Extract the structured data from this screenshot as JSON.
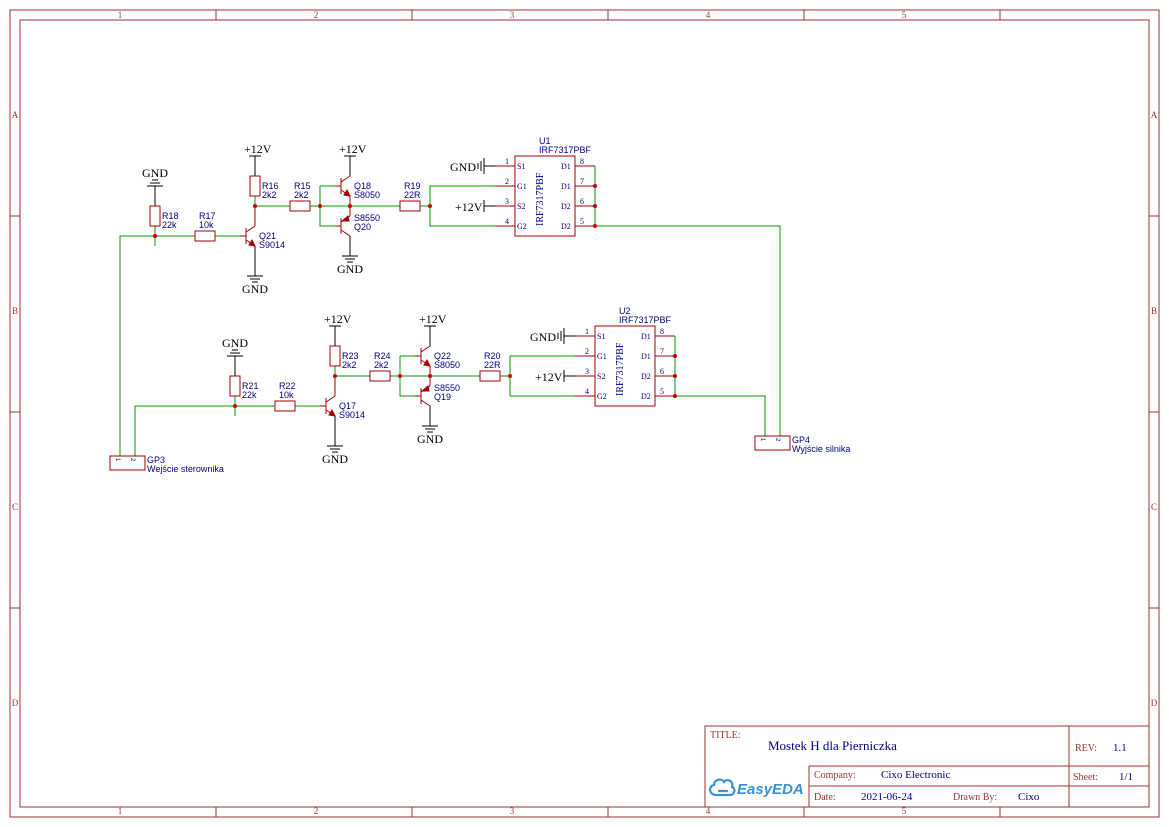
{
  "frame": {
    "columns": [
      "1",
      "2",
      "3",
      "4",
      "5"
    ],
    "rows": [
      "A",
      "B",
      "C",
      "D"
    ]
  },
  "nets": {
    "gnd": "GND",
    "v12": "+12V"
  },
  "components": {
    "R18": {
      "ref": "R18",
      "value": "22k"
    },
    "R17": {
      "ref": "R17",
      "value": "10k"
    },
    "R16": {
      "ref": "R16",
      "value": "2k2"
    },
    "R15": {
      "ref": "R15",
      "value": "2k2"
    },
    "R19": {
      "ref": "R19",
      "value": "22R"
    },
    "Q21": {
      "ref": "Q21",
      "value": "S9014"
    },
    "Q18": {
      "ref": "Q18",
      "value": "S8050"
    },
    "Q20": {
      "ref": "Q20",
      "value": "S8550"
    },
    "U1": {
      "ref": "U1",
      "value": "IRF7317PBF"
    },
    "R21": {
      "ref": "R21",
      "value": "22k"
    },
    "R22": {
      "ref": "R22",
      "value": "10k"
    },
    "R23": {
      "ref": "R23",
      "value": "2k2"
    },
    "R24": {
      "ref": "R24",
      "value": "2k2"
    },
    "R20": {
      "ref": "R20",
      "value": "22R"
    },
    "Q17": {
      "ref": "Q17",
      "value": "S9014"
    },
    "Q22": {
      "ref": "Q22",
      "value": "S8050"
    },
    "Q19": {
      "ref": "Q19",
      "value": "S8550"
    },
    "U2": {
      "ref": "U2",
      "value": "IRF7317PBF"
    },
    "GP3": {
      "ref": "GP3",
      "value": "Wejście sterownika"
    },
    "GP4": {
      "ref": "GP4",
      "value": "Wyjście silnika"
    }
  },
  "ic_pins": {
    "left": [
      "S1",
      "G1",
      "S2",
      "G2"
    ],
    "left_nums": [
      "1",
      "2",
      "3",
      "4"
    ],
    "right": [
      "D1",
      "D1",
      "D2",
      "D2"
    ],
    "right_nums": [
      "8",
      "7",
      "6",
      "5"
    ]
  },
  "connector_pins": [
    "1",
    "2"
  ],
  "title_block": {
    "title_label": "TITLE:",
    "title": "Mostek H dla Pierniczka",
    "rev_label": "REV:",
    "rev": "1.1",
    "company_label": "Company:",
    "company": "Cixo Electronic",
    "sheet_label": "Sheet:",
    "sheet": "1/1",
    "date_label": "Date:",
    "date": "2021-06-24",
    "drawn_label": "Drawn By:",
    "drawn": "Cixo",
    "logo": "EasyEDA"
  },
  "colors": {
    "frame": "#993333",
    "wire": "#009900",
    "component": "#a00000",
    "text": "#000080",
    "junction": "#cc0000"
  }
}
